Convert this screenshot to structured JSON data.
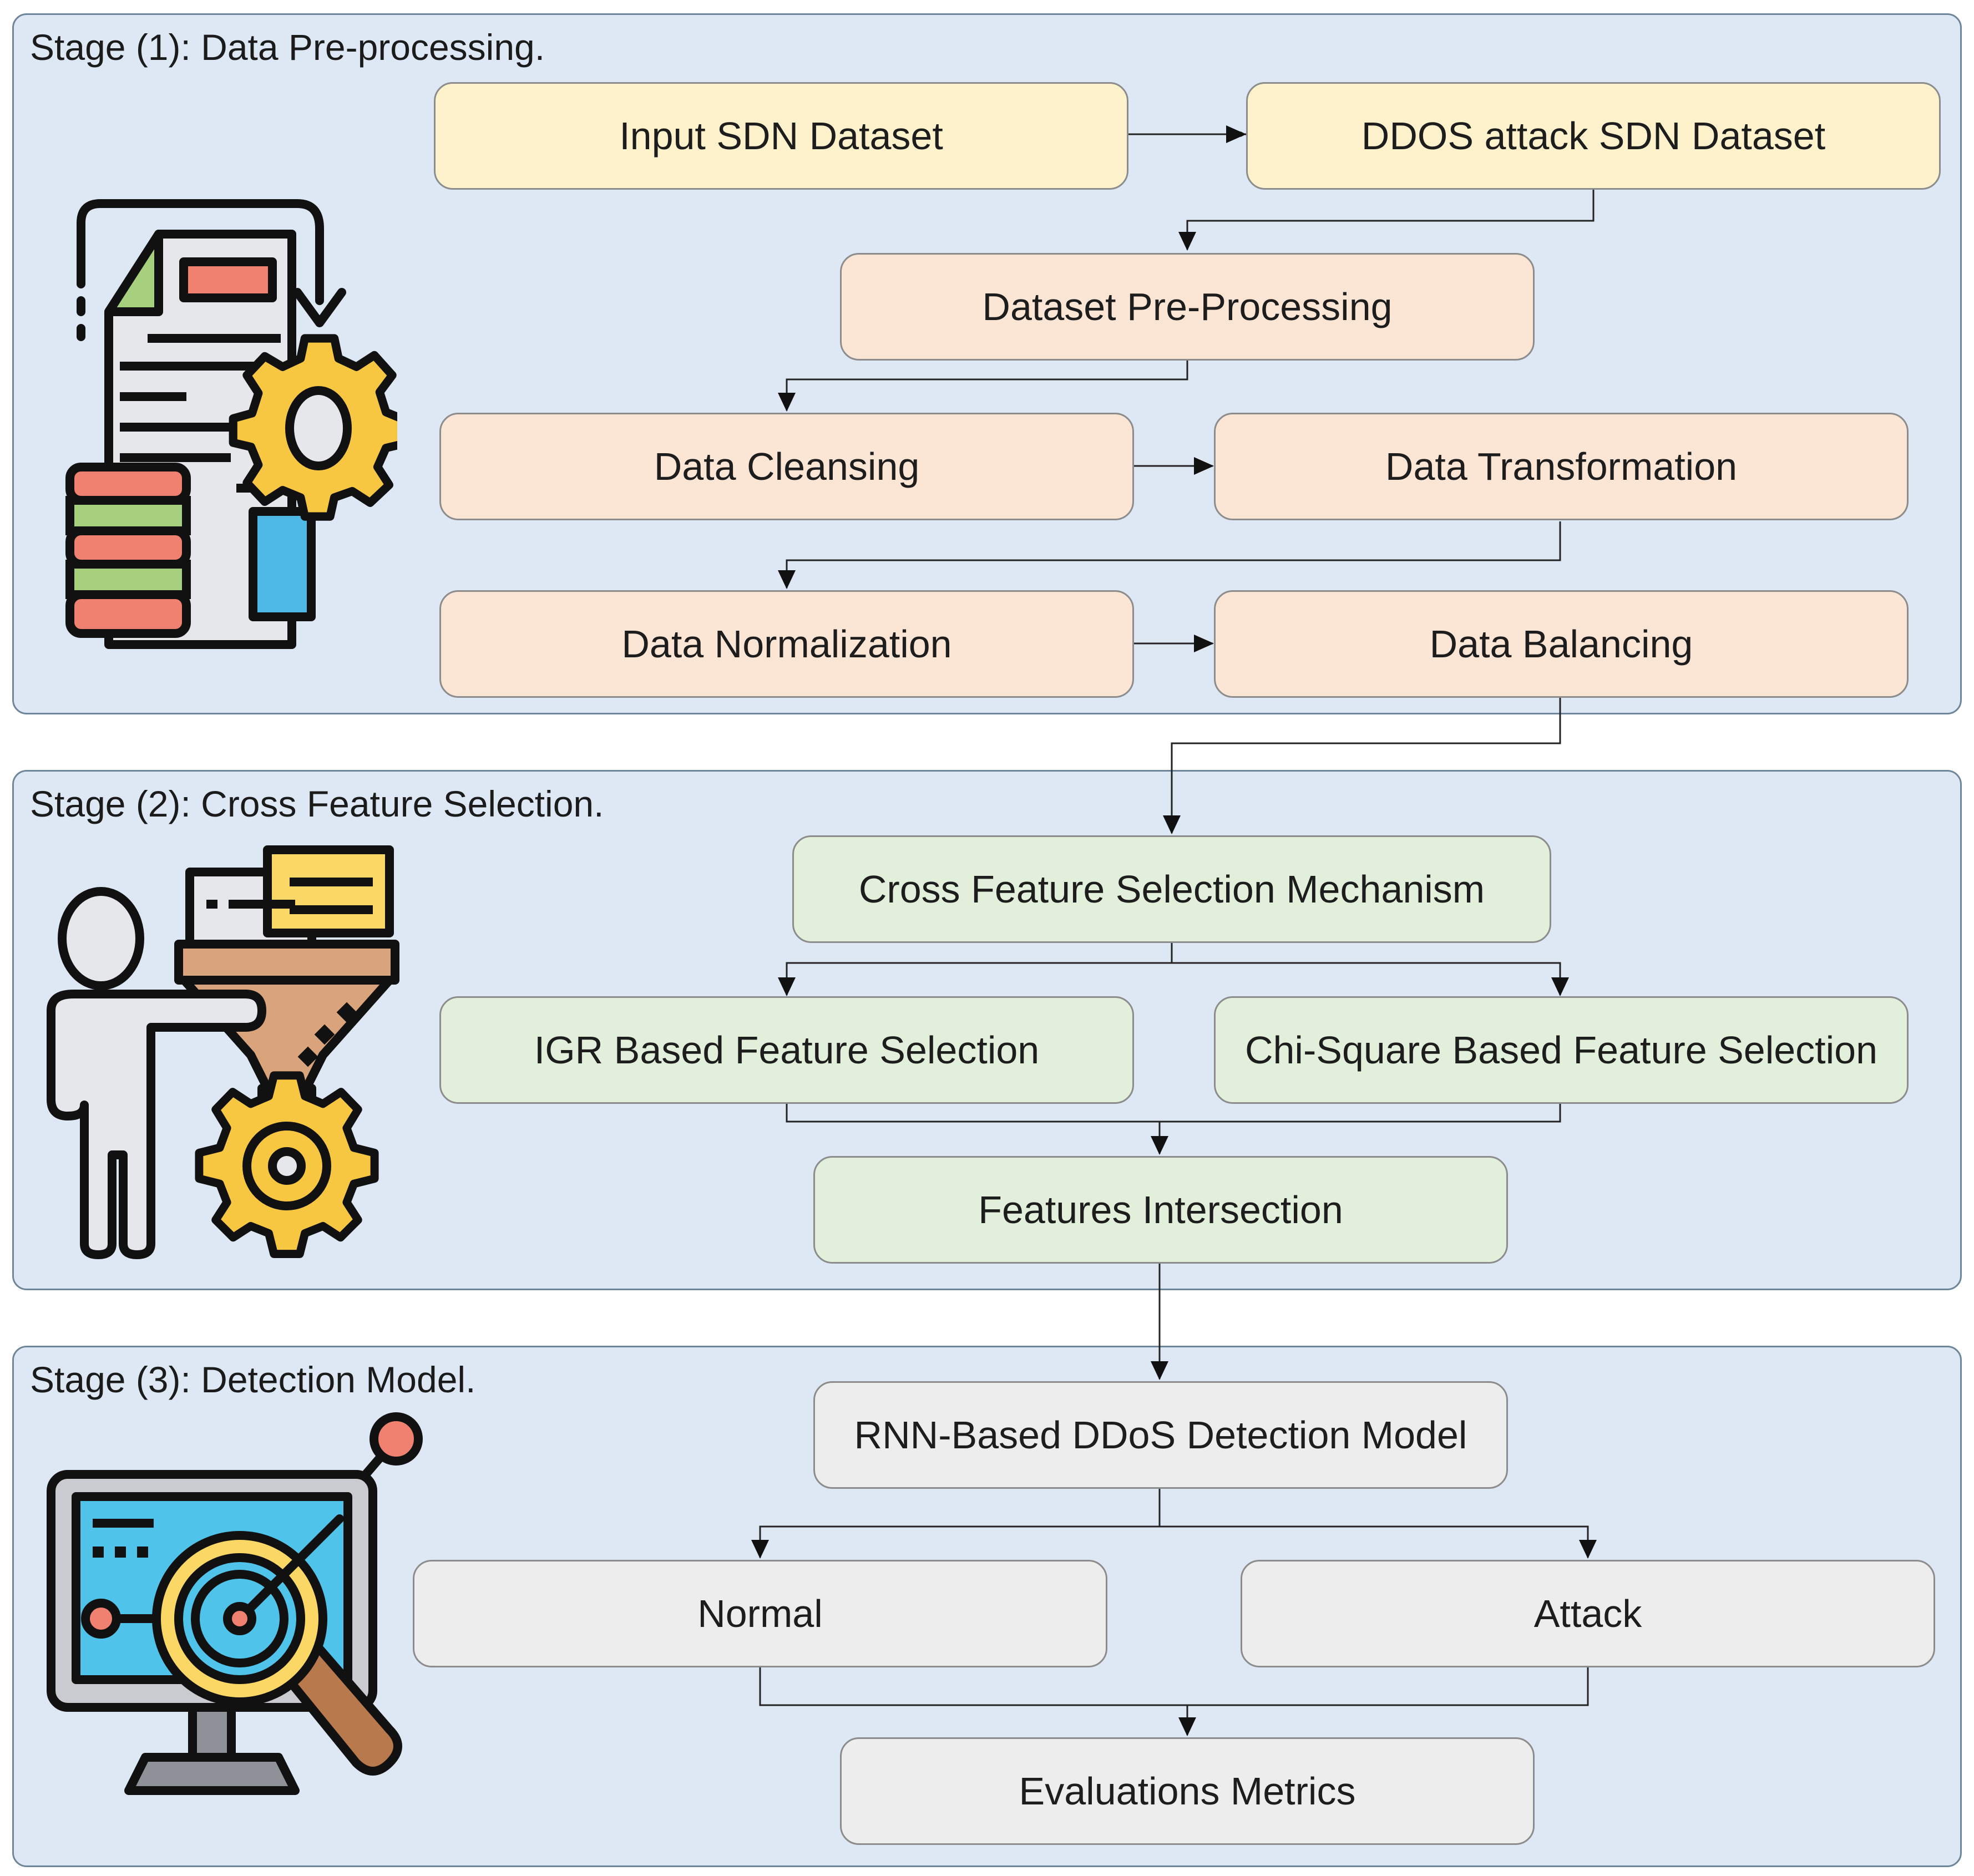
{
  "stages": [
    {
      "title": "Stage (1): Data Pre-processing."
    },
    {
      "title": "Stage (2): Cross Feature Selection."
    },
    {
      "title": "Stage (3): Detection Model."
    }
  ],
  "nodes": {
    "input_sdn_dataset": "Input SDN Dataset",
    "ddos_attack_sdn_dataset": "DDOS attack SDN Dataset",
    "dataset_pre_processing": "Dataset Pre-Processing",
    "data_cleansing": "Data Cleansing",
    "data_transformation": "Data Transformation",
    "data_normalization": "Data Normalization",
    "data_balancing": "Data Balancing",
    "cross_feature_selection_mechanism": "Cross Feature Selection Mechanism",
    "igr_based_feature_selection": "IGR Based Feature Selection",
    "chi_square_based_feature_selection": "Chi-Square Based Feature Selection",
    "features_intersection": "Features Intersection",
    "rnn_detection_model": "RNN-Based DDoS Detection Model",
    "normal": "Normal",
    "attack": "Attack",
    "evaluations_metrics": "Evaluations Metrics"
  },
  "icons": {
    "stage1": "document-database-gear-icon",
    "stage2": "person-funnel-gear-icon",
    "stage3": "monitor-magnifier-icon"
  },
  "colors": {
    "stage_bg": "#dde8f4",
    "yellow": "#fdf2cc",
    "peach": "#fbe5d5",
    "green": "#e2efda",
    "gray": "#ededed"
  }
}
